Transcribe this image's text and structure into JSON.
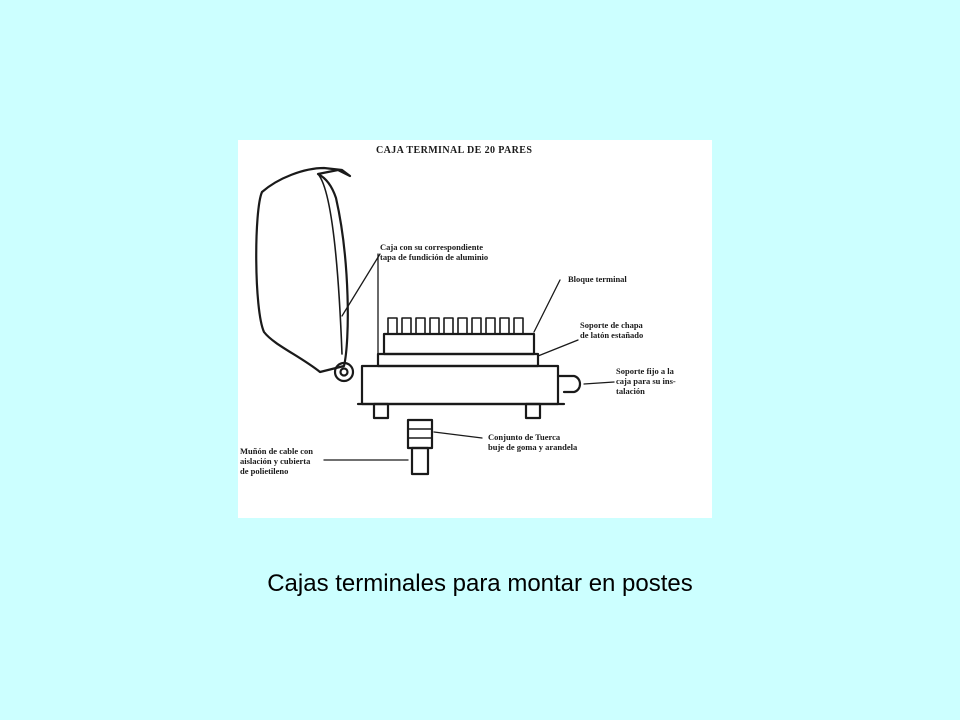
{
  "figure": {
    "title": "CAJA TERMINAL DE 20 PARES",
    "labels": {
      "caja": [
        "Caja con su correspondiente",
        "tapa de fundición de aluminio"
      ],
      "bloque": [
        "Bloque terminal"
      ],
      "soporte_chapa": [
        "Soporte de chapa",
        "de latón estañado"
      ],
      "soporte_fijo": [
        "Soporte fijo a la",
        "caja para su ins-",
        "talación"
      ],
      "conjunto": [
        "Conjunto de Tuerca",
        "buje de goma y arandela"
      ],
      "munon": [
        "Muñón de cable con",
        "aislación y cubierta",
        "de polietileno"
      ]
    }
  },
  "caption": "Cajas terminales para montar en postes",
  "colors": {
    "background": "#ccffff",
    "figure_background": "#ffffff",
    "ink": "#1a1a1a"
  }
}
